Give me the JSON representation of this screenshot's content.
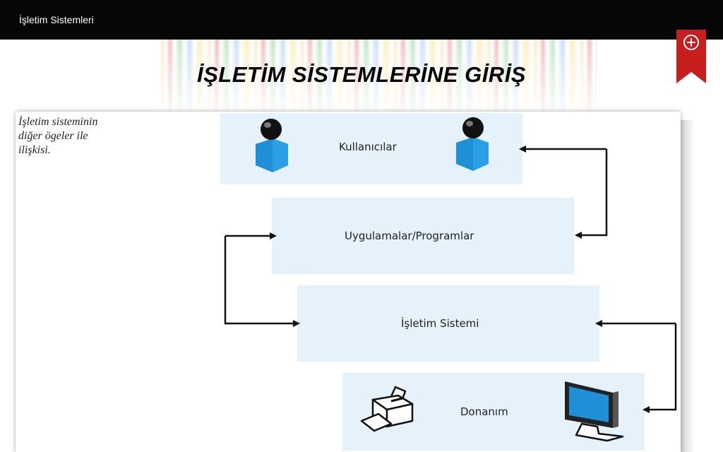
{
  "header": {
    "title": "İşletim Sistemleri"
  },
  "slide": {
    "title": "İŞLETİM SİSTEMLERİNE GİRİŞ"
  },
  "caption": "İşletim sisteminin\ndiğer ögeler ile\nilişkisi.",
  "layers": {
    "users": "Kullanıcılar",
    "apps": "Uygulamalar/Programlar",
    "os": "İşletim Sistemi",
    "hardware": "Donanım"
  },
  "colors": {
    "header_bg": "#060606",
    "box_fill": "#e5f1fb",
    "user_body": "#1f8fd8",
    "ribbon": "#c81e1e"
  }
}
